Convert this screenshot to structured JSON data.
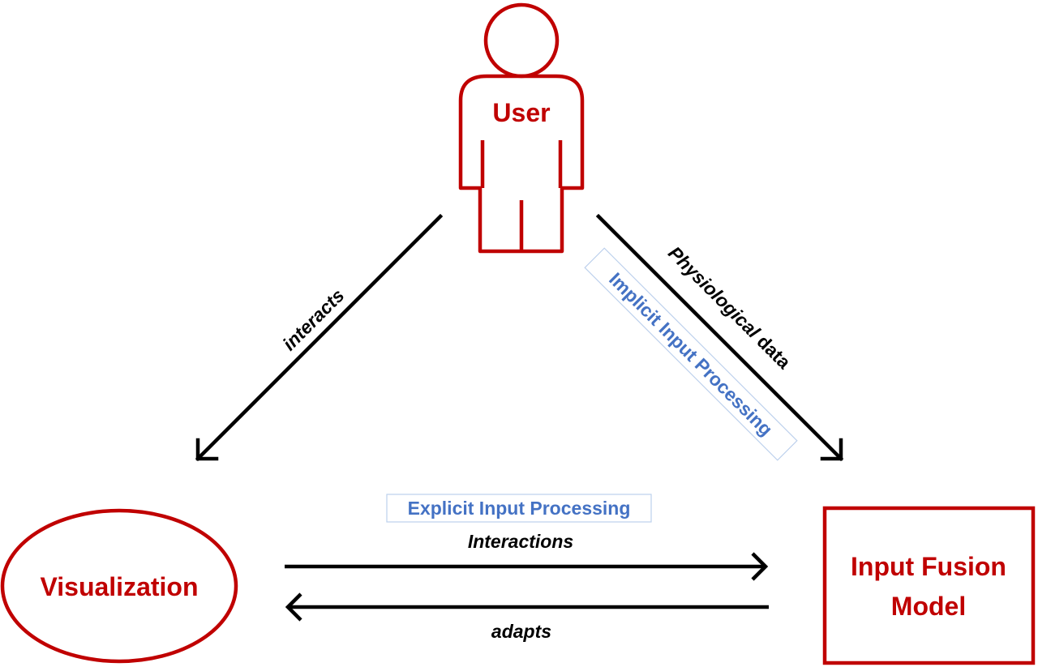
{
  "colors": {
    "node": "#c00000",
    "arrow": "#000000",
    "process": "#4472c4",
    "process_box": "#bcd0ec"
  },
  "nodes": {
    "user": {
      "label": "User",
      "icon": "person-icon"
    },
    "visualization": {
      "label": "Visualization"
    },
    "fusion_model": {
      "line1": "Input Fusion",
      "line2": "Model"
    }
  },
  "edges": {
    "interacts": {
      "label": "interacts"
    },
    "physiological": {
      "label_italic": "Physiological",
      "label_plain": " data"
    },
    "interactions": {
      "label": "Interactions"
    },
    "adapts": {
      "label": "adapts"
    }
  },
  "processing": {
    "implicit": "Implicit Input Processing",
    "explicit": "Explicit Input Processing"
  }
}
